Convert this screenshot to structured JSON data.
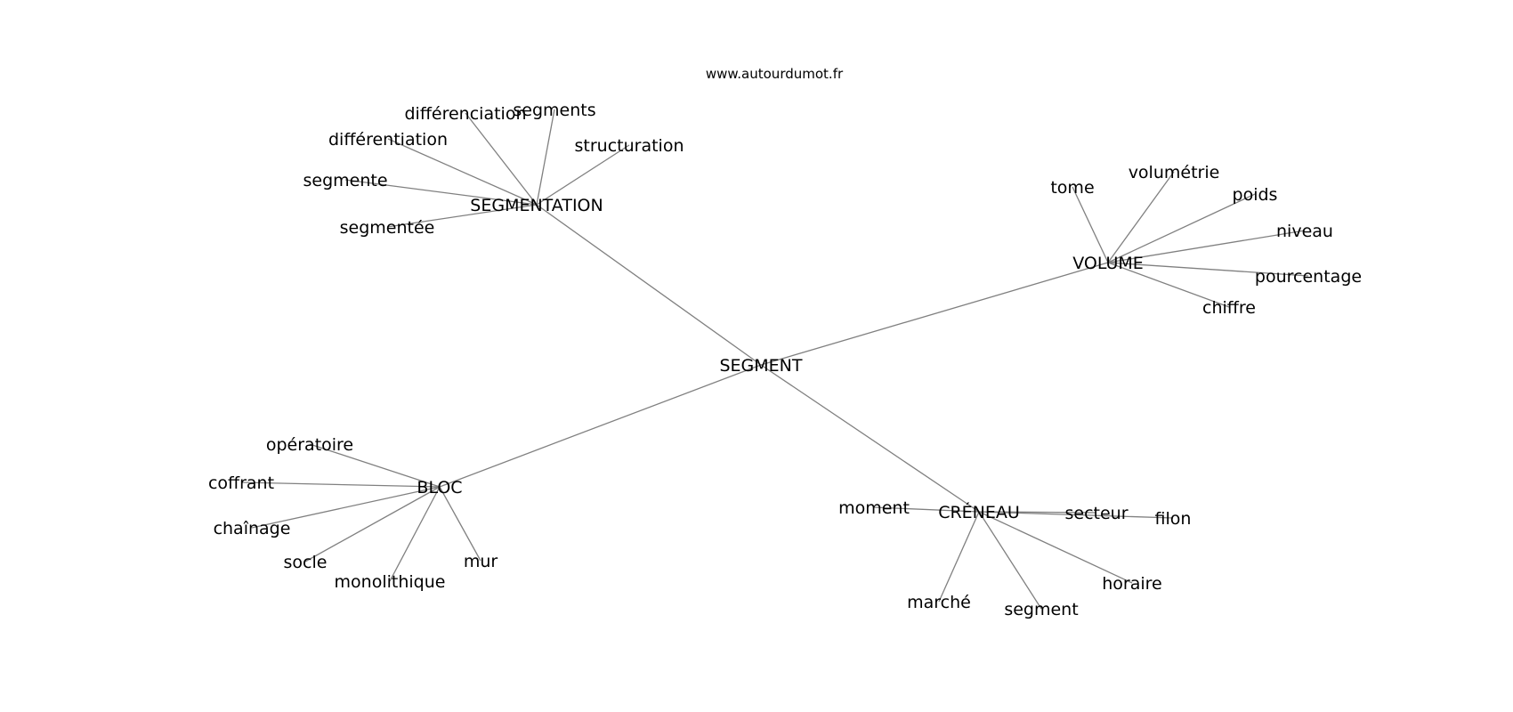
{
  "site": "www.autourdumot.fr",
  "center": "SEGMENT",
  "clusters": [
    {
      "word": "SEGMENTATION",
      "related": [
        "différenciation",
        "segments",
        "structuration",
        "différentiation",
        "segmente",
        "segmentée"
      ]
    },
    {
      "word": "VOLUME",
      "related": [
        "tome",
        "volumétrie",
        "poids",
        "niveau",
        "pourcentage",
        "chiffre"
      ]
    },
    {
      "word": "BLOC",
      "related": [
        "opératoire",
        "coffrant",
        "chaînage",
        "socle",
        "monolithique",
        "mur"
      ]
    },
    {
      "word": "CRÉNEAU",
      "related": [
        "moment",
        "secteur",
        "filon",
        "marché",
        "segment",
        "horaire"
      ]
    }
  ]
}
